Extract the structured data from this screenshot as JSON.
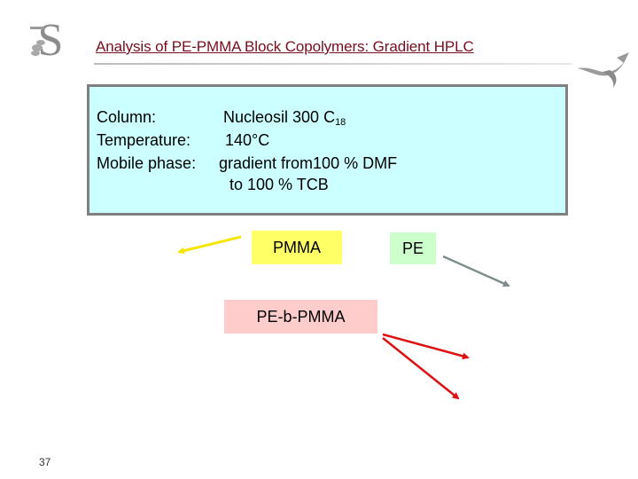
{
  "slide": {
    "title": "Analysis of PE-PMMA Block Copolymers: Gradient HPLC",
    "page_number": "37"
  },
  "conditions": {
    "column_label": "Column:",
    "column_value": "Nucleosil 300 C",
    "column_subscript": "18",
    "temperature_label": "Temperature:",
    "temperature_value": "140°C",
    "mobile_phase_label": "Mobile phase:",
    "mobile_phase_value": "gradient from100 % DMF",
    "mobile_phase_value_line2": "to 100 % TCB"
  },
  "labels": {
    "pmma": "PMMA",
    "pe": "PE",
    "pe_b_pmma": "PE-b-PMMA"
  },
  "colors": {
    "title": "#7a0d1e",
    "info_box_bg": "#ccffff",
    "pmma_bg": "#ffff66",
    "pe_bg": "#ccffcc",
    "pe_b_pmma_bg": "#ffcccc",
    "arrow_yellow": "#f5e600",
    "arrow_grey": "#7f8c8d",
    "arrow_red": "#dd1111"
  },
  "icons": {
    "logo": "university-s-logo-icon",
    "corner": "swoosh-arrow-icon"
  }
}
